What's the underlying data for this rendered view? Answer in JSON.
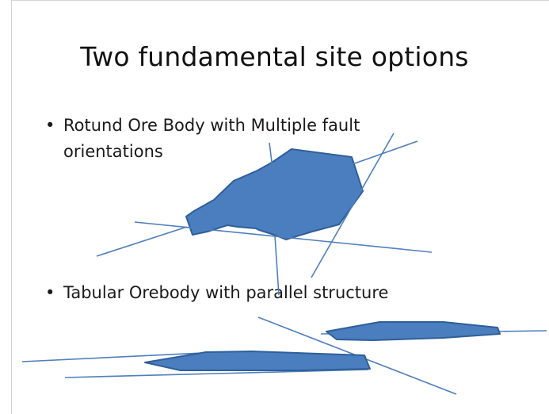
{
  "slide": {
    "title": "Two fundamental site options",
    "bullets": [
      {
        "symbol": "•",
        "text": "Rotund Ore Body with Multiple fault orientations"
      },
      {
        "symbol": "•",
        "text": "Tabular Orebody with parallel structure"
      }
    ]
  },
  "colors": {
    "orebody_fill": "#4a7ebf",
    "orebody_stroke": "#2f5f9a",
    "fault_line": "#4f7fbd",
    "text": "#1a1a1a"
  }
}
